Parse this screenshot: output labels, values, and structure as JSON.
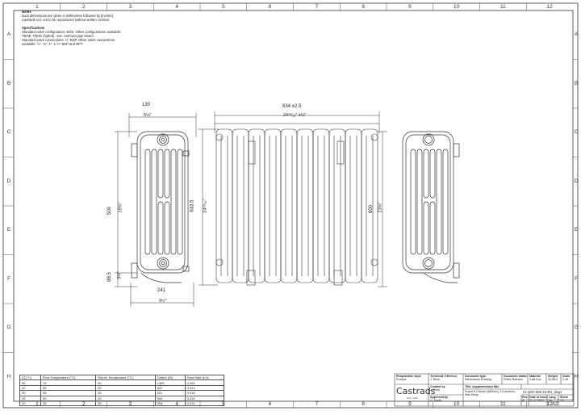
{
  "grid": {
    "columns": [
      "1",
      "2",
      "3",
      "4",
      "5",
      "6",
      "7",
      "8",
      "9",
      "10",
      "11",
      "12"
    ],
    "rows": [
      "A",
      "B",
      "C",
      "D",
      "E",
      "F",
      "G",
      "H"
    ]
  },
  "notes": {
    "heading": "Notes",
    "lines": [
      "Dual dimensions are given in millimetres followed by [inches].",
      "Castrads Ltd. not to be reproduced without written consent."
    ],
    "spec_heading": "Specifications",
    "spec_lines": [
      "Standard valve configuration: BOE. Other configurations available:",
      "TBOE, TBOE (hybrid), one- and two-pipe steam.",
      "Standard valve connections: ½\" BSP. Other valve connections",
      "available: ½\", ¾\", 1\", 1-½\" BSP and NPT"
    ]
  },
  "dimensions": {
    "side_width": "130",
    "side_width_in": "5⅛\"",
    "side_height": "500",
    "side_height_in": "19⅝\"",
    "side_feet": "88.5",
    "side_feet_in": "3½\"",
    "side_foot_width": "241",
    "side_foot_width_in": "9½\"",
    "front_width": "634",
    "front_tolerance": "±2.5",
    "front_width_in": "24¹⁵⁄₁₆\"",
    "front_tolerance_in": "±⅛\"",
    "front_height": "633.5",
    "front_height_in": "24¹⁵⁄₁₆\"",
    "front_inner_height": "600",
    "front_inner_height_in": "23⅝\""
  },
  "temps_table": {
    "headers": [
      "ΔT(°C)",
      "Flow Temperature (°C)",
      "Return Temperature (°C)",
      "Output (W)",
      "Flow Rate (L/s)"
    ],
    "rows": [
      [
        "50",
        "75",
        "65",
        "1083",
        "0.026"
      ],
      [
        "40",
        "65",
        "55",
        "847",
        "0.021"
      ],
      [
        "30",
        "55",
        "45",
        "611",
        "0.016"
      ],
      [
        "25",
        "50",
        "40",
        "500",
        "0.014"
      ],
      [
        "20",
        "45",
        "35",
        "394",
        "0.011"
      ]
    ]
  },
  "title_block": {
    "responsible_dept_label": "Responsible dept.",
    "responsible_dept": "Product",
    "technical_reference_label": "Technical reference",
    "technical_reference": "J. Riley",
    "document_type_label": "Document type",
    "document_type": "Dimensions Drawing",
    "document_status_label": "Document status",
    "document_status": "Public Release",
    "material_label": "Material",
    "material": "Cast Iron",
    "weight_label": "Weight",
    "weight": "55.8KG",
    "scale_label": "Scale",
    "scale": "1:25",
    "created_by_label": "Created by",
    "created_by": "J. Riley",
    "title_label": "Title, supplementary title",
    "title": "Svace 6 Column (660mm), 10 sections, Wall Hung",
    "approved_by_label": "Approved by",
    "approved_by": "N. Baylis",
    "doc_number": "CI-QSC-660-10-EN_dwg1",
    "rev_label": "Rev.",
    "rev": "A",
    "date_label": "Date of issue",
    "date": "11.12.2023",
    "lang_label": "Lang.",
    "lang": "en",
    "sheet_label": "Sheet",
    "sheet": "1/1",
    "paper": "A2",
    "logo_text": "Castrads",
    "logo_sub": "EST. 2000"
  }
}
